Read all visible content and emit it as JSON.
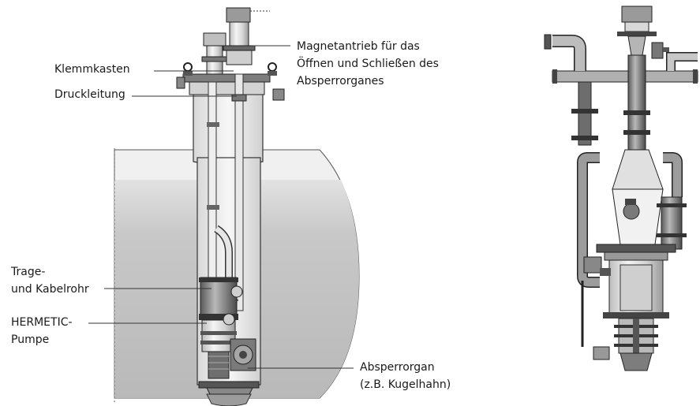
{
  "labels": {
    "klemmkasten": "Klemmkasten",
    "druckleitung": "Druckleitung",
    "magnetantrieb": [
      "Magnetantrieb für das",
      "Öffnen und Schließen des",
      "Absperrorganes"
    ],
    "trage": [
      "Trage-",
      "und Kabelrohr"
    ],
    "hermetic": [
      "HERMETIC-",
      "Pumpe"
    ],
    "absperrorgan": [
      "Absperrorgan",
      "(z.B. Kugelhahn)"
    ]
  },
  "colors": {
    "background": "#ffffff",
    "tank_shell": "#f2f2f2",
    "tank_liquid": "#c4c4c4",
    "metal_dark": "#4a4a4a",
    "metal_mid": "#8f8f8f",
    "metal_light": "#d6d6d6",
    "outline": "#1a1a1a",
    "text": "#1a1a1a"
  }
}
